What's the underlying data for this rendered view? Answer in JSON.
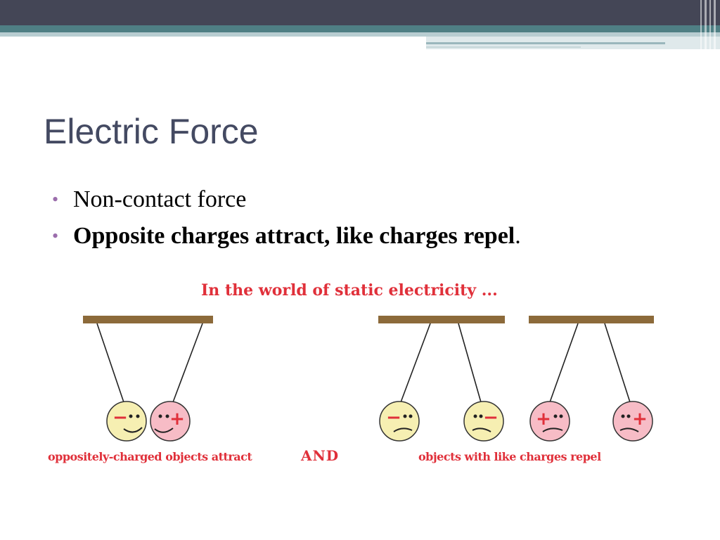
{
  "slide": {
    "title": "Electric Force",
    "bullets": [
      {
        "text": "Non-contact force",
        "bold": false,
        "suffix": ""
      },
      {
        "text": "Opposite charges attract, like charges repel",
        "bold": true,
        "suffix": "."
      }
    ],
    "bullet_color": "#9b6dac"
  },
  "illustration": {
    "heading": "In the world of static electricity ...",
    "label_attract": "oppositely-charged objects attract",
    "label_and": "AND",
    "label_repel": "objects with like charges repel",
    "negative_sign": "−",
    "positive_sign": "+",
    "colors": {
      "text_red": "#e0303a",
      "bar": "#8c6a3a",
      "negative_ball": "#f6efb2",
      "positive_ball": "#f7bcc6"
    }
  },
  "theme": {
    "header_dark": "#444656",
    "header_teal": "#4f7f84",
    "title_color": "#444a62"
  }
}
